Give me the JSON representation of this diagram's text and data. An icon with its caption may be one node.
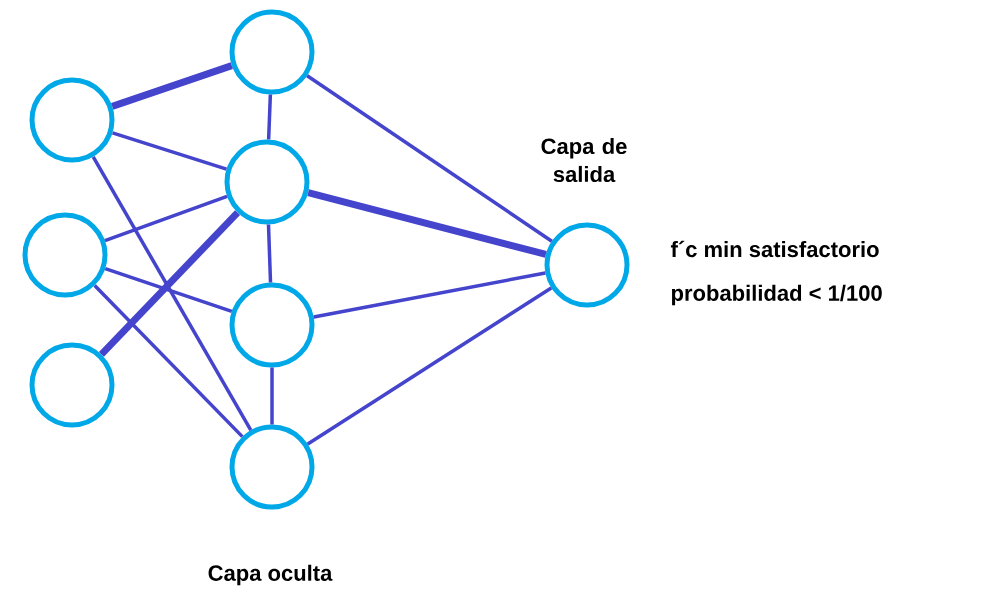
{
  "diagram": {
    "nodes": [
      {
        "text": [],
        "shape": "circle"
      },
      {
        "text": [],
        "shape": "circle"
      },
      {
        "text": [],
        "shape": "circle"
      },
      {
        "text": [],
        "shape": "circle"
      },
      {
        "text": [],
        "shape": "circle"
      },
      {
        "text": [],
        "shape": "circle"
      },
      {
        "text": [],
        "shape": "circle"
      },
      {
        "text": [
          "Capa de salida"
        ],
        "beside": [
          "f´c min satisfactorio",
          "probabilidad < 1/100"
        ]
      }
    ],
    "edges": [
      {
        "from": 0,
        "to": 3,
        "arrow": "none",
        "style": "thick"
      },
      {
        "from": 0,
        "to": 4,
        "arrow": "none"
      },
      {
        "from": 0,
        "to": 6,
        "arrow": "none"
      },
      {
        "from": 1,
        "to": 4,
        "arrow": "none"
      },
      {
        "from": 1,
        "to": 5,
        "arrow": "none"
      },
      {
        "from": 1,
        "to": 6,
        "arrow": "none"
      },
      {
        "from": 2,
        "to": 4,
        "arrow": "none",
        "style": "thick"
      },
      {
        "from": 3,
        "to": 4,
        "arrow": "none"
      },
      {
        "from": 4,
        "to": 5,
        "arrow": "none"
      },
      {
        "from": 5,
        "to": 6,
        "arrow": "none"
      },
      {
        "from": 3,
        "to": 7,
        "arrow": "none"
      },
      {
        "from": 4,
        "to": 7,
        "arrow": "none",
        "style": "thick"
      },
      {
        "from": 5,
        "to": 7,
        "arrow": "none"
      },
      {
        "from": 6,
        "to": 7,
        "arrow": "none"
      }
    ],
    "labels": [
      "Capa oculta"
    ]
  }
}
